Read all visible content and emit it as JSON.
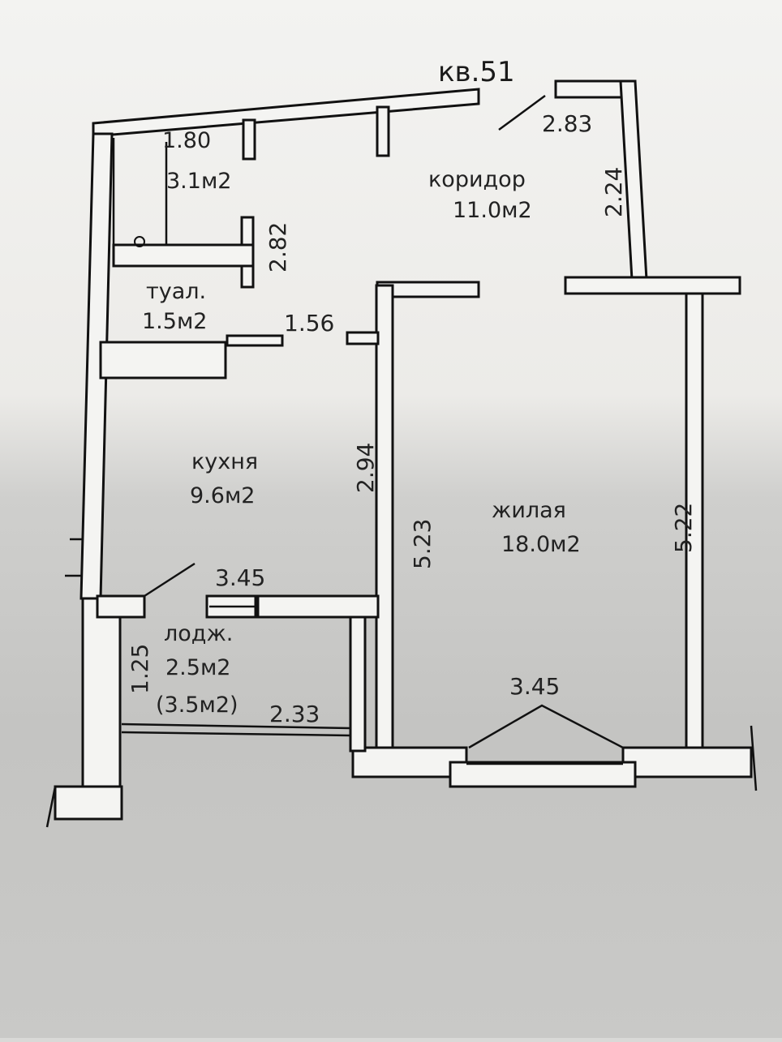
{
  "apartment": {
    "label": "кв.51"
  },
  "rooms": {
    "bath": {
      "dim": "1.80",
      "area": "3.1м2"
    },
    "toilet": {
      "name": "туал.",
      "area": "1.5м2"
    },
    "corridor": {
      "name": "коридор",
      "area": "11.0м2"
    },
    "kitchen": {
      "name": "кухня",
      "area": "9.6м2"
    },
    "living": {
      "name": "жилая",
      "area": "18.0м2"
    },
    "loggia": {
      "name": "лодж.",
      "area": "2.5м2",
      "area_alt": "(3.5м2)"
    }
  },
  "dims": {
    "corr_top": "2.83",
    "corr_right": "2.24",
    "bath_side": "2.82",
    "toilet_w": "1.56",
    "kitchen_h": "2.94",
    "living_left": "5.23",
    "living_right": "5.22",
    "kitchen_w": "3.45",
    "living_w": "3.45",
    "loggia_h": "1.25",
    "loggia_w": "2.33"
  }
}
